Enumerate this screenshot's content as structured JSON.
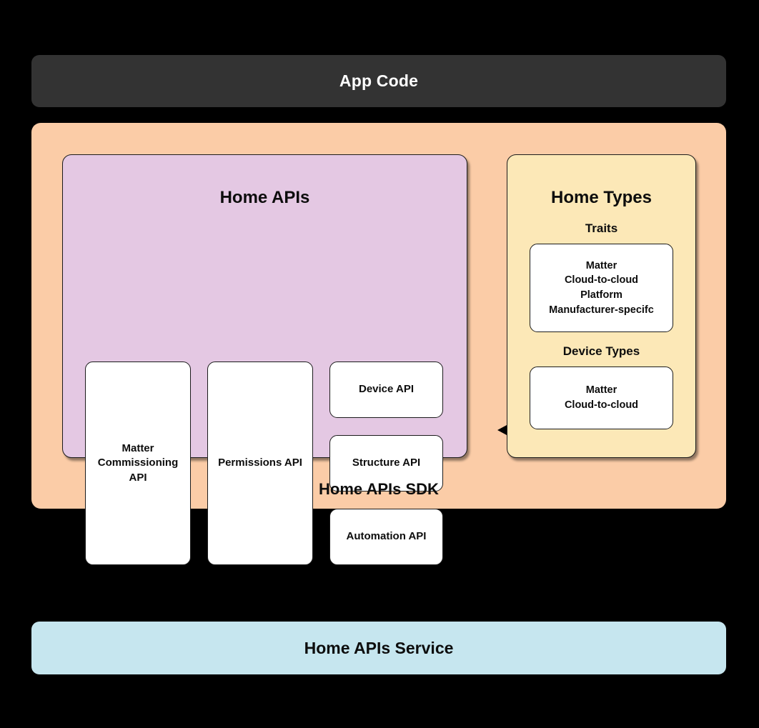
{
  "diagram": {
    "app_code": {
      "label": "App Code",
      "background": "#333333",
      "text_color": "#ffffff"
    },
    "sdk": {
      "label": "Home APIs SDK",
      "background": "#fbcca7"
    },
    "home_apis": {
      "title": "Home APIs",
      "background": "#e4c8e3",
      "tall_cards": [
        {
          "label": "Matter\nCommissioning\nAPI"
        },
        {
          "label": "Permissions API"
        }
      ],
      "stacked_cards": [
        {
          "label": "Device API"
        },
        {
          "label": "Structure API"
        },
        {
          "label": "Automation API"
        }
      ]
    },
    "home_types": {
      "title": "Home Types",
      "background": "#fce8b7",
      "groups": [
        {
          "heading": "Traits",
          "items": "Matter\nCloud-to-cloud\nPlatform\nManufacturer-specifc"
        },
        {
          "heading": "Device Types",
          "items": "Matter\nCloud-to-cloud"
        }
      ]
    },
    "connector": {
      "name": "bidirectional-arrow",
      "color": "#000000"
    },
    "service": {
      "label": "Home APIs Service",
      "background": "#c6e6ef"
    }
  }
}
